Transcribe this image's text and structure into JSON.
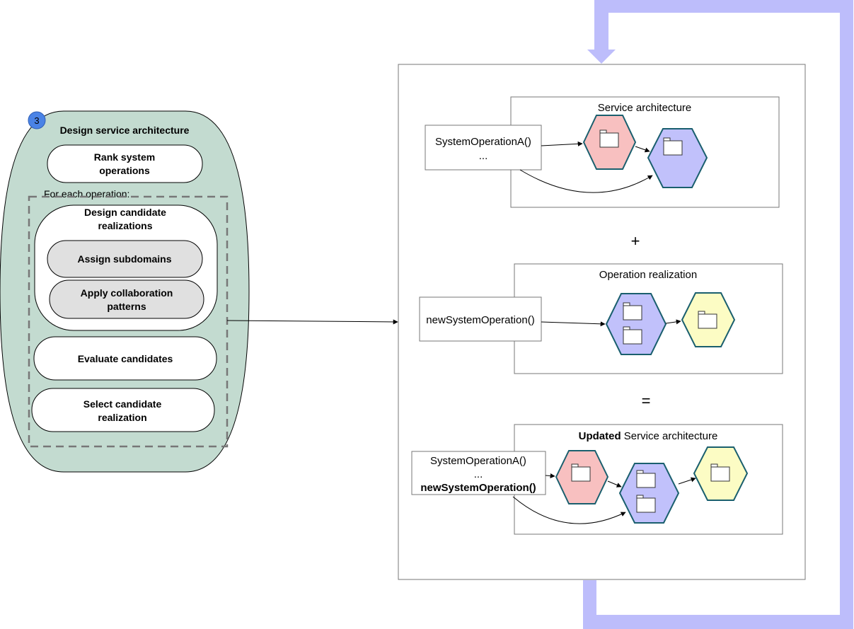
{
  "colors": {
    "green_panel": "#c3dbd0",
    "blue_hex": "#c1c1fb",
    "pink_hex": "#f8c0c0",
    "yellow_hex": "#fcfcc4",
    "gray_pill": "#e0e0e0",
    "hex_stroke": "#1a5f6e",
    "loop_arrow": "#bdbdfb",
    "badge": "#4a83e6"
  },
  "left_panel": {
    "badge": "3",
    "title": "Design service architecture",
    "rank": {
      "line1": "Rank system",
      "line2": "operations"
    },
    "loop_label": "For each operation:",
    "design_candidates": {
      "line1": "Design candidate",
      "line2": "realizations",
      "assign": "Assign subdomains",
      "apply": {
        "line1": "Apply collaboration",
        "line2": "patterns"
      }
    },
    "evaluate": "Evaluate candidates",
    "select": {
      "line1": "Select candidate",
      "line2": "realization"
    }
  },
  "right_panel": {
    "section1": {
      "title": "Service architecture",
      "ops": {
        "line1": "SystemOperationA()",
        "line2": "..."
      }
    },
    "plus": "+",
    "section2": {
      "title": "Operation realization",
      "op": "newSystemOperation()"
    },
    "equals": "=",
    "section3": {
      "title_bold": "Updated",
      "title_rest": " Service architecture",
      "ops": {
        "line1": "SystemOperationA()",
        "line2": "...",
        "line3": "newSystemOperation()"
      }
    }
  }
}
